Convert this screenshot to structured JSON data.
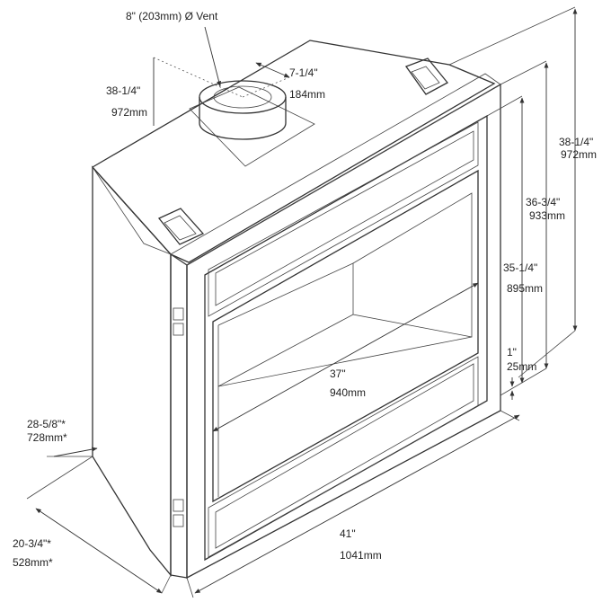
{
  "diagram": {
    "colors": {
      "line": "#333333",
      "body": "#f4f4f4",
      "screen": "#cfcfcf",
      "firebox": "#f1f1f1"
    },
    "vent": {
      "label": "8\" (203mm) Ø Vent"
    },
    "vent_offset": {
      "imperial": "7-1/4\"",
      "metric": "184mm"
    },
    "top_height": {
      "imperial": "38-1/4\"",
      "metric": "972mm"
    },
    "overall_height": {
      "imperial": "38-1/4\"",
      "metric": "972mm"
    },
    "frame_height": {
      "imperial": "36-3/4\"",
      "metric": "933mm"
    },
    "opening_height": {
      "imperial": "35-1/4\"",
      "metric": "895mm"
    },
    "base_offset": {
      "imperial": "1\"",
      "metric": "25mm"
    },
    "opening_width": {
      "imperial": "37\"",
      "metric": "940mm"
    },
    "overall_width": {
      "imperial": "41\"",
      "metric": "1041mm"
    },
    "depth_upper": {
      "imperial": "28-5/8\"*",
      "metric": "728mm*"
    },
    "depth_lower": {
      "imperial": "20-3/4\"*",
      "metric": "528mm*"
    }
  }
}
